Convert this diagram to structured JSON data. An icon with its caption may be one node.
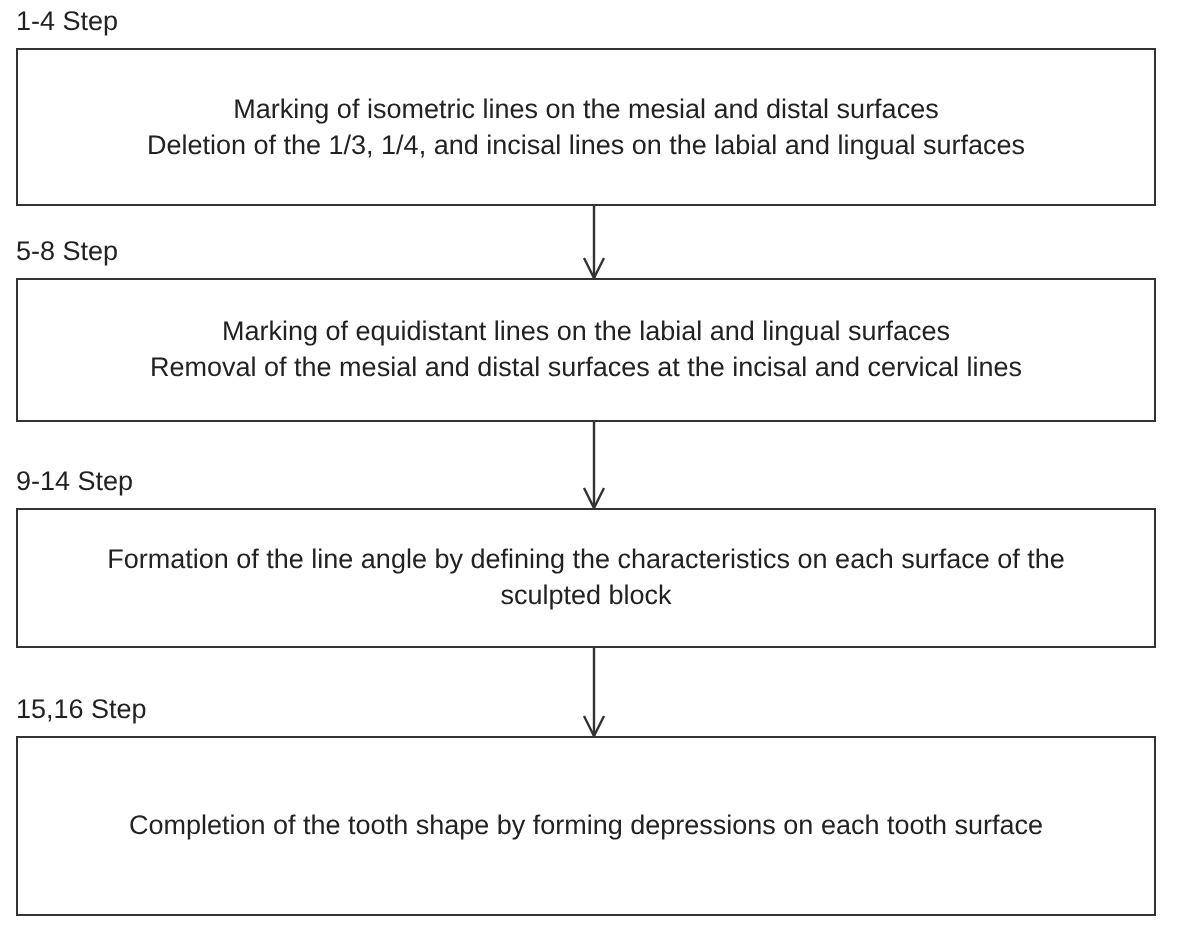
{
  "diagram": {
    "nodes": [
      {
        "text": [
          "Marking of isometric lines on the mesial and distal surfaces",
          "Deletion of the 1/3, 1/4, and incisal lines on the labial and lingual surfaces"
        ],
        "beside": [
          "1-4 Step"
        ]
      },
      {
        "text": [
          "Marking of equidistant lines on the labial and lingual surfaces",
          "Removal of the mesial and distal surfaces at the incisal and cervical lines"
        ],
        "beside": [
          "5-8 Step"
        ]
      },
      {
        "text": [
          "Formation of the line angle by defining the characteristics on each surface of the sculpted block"
        ],
        "beside": [
          "9-14 Step"
        ]
      },
      {
        "text": [
          "Completion of the tooth shape by forming depressions on each tooth surface"
        ],
        "beside": [
          "15,16 Step"
        ]
      }
    ],
    "edges": [
      {
        "from": 0,
        "to": 1,
        "arrow": "to"
      },
      {
        "from": 1,
        "to": 2,
        "arrow": "to"
      },
      {
        "from": 2,
        "to": 3,
        "arrow": "to"
      }
    ]
  }
}
